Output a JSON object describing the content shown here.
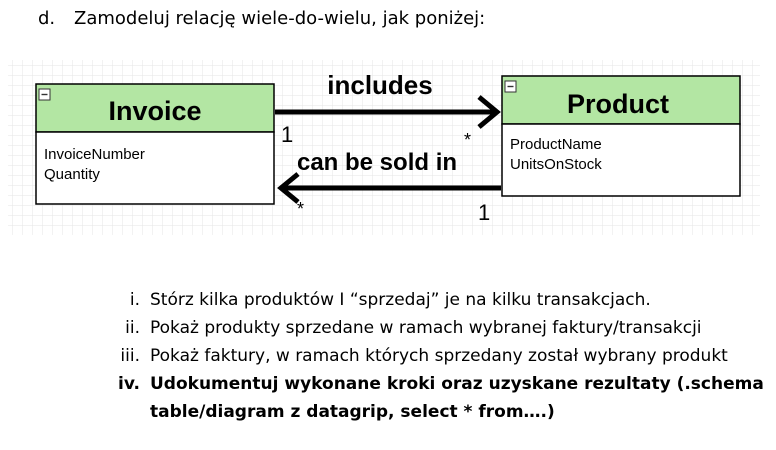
{
  "heading": {
    "letter": "d.",
    "text": "Zamodeluj relację wiele-do-wielu, jak poniżej:"
  },
  "diagram": {
    "invoice": {
      "title": "Invoice",
      "fields": [
        "InvoiceNumber",
        "Quantity"
      ]
    },
    "product": {
      "title": "Product",
      "fields": [
        "ProductName",
        "UnitsOnStock"
      ]
    },
    "relations": {
      "top_label": "includes",
      "bottom_label": "can be sold in",
      "top_left_mult": "1",
      "top_right_mult": "*",
      "bottom_left_mult": "*",
      "bottom_right_mult": "1"
    },
    "colors": {
      "header": "#b3e6a3",
      "grid": "#e6e6e6",
      "border": "#000000"
    }
  },
  "steps": [
    {
      "num": "i.",
      "lines": [
        "Stórz kilka produktów I “sprzedaj” je na kilku transakcjach."
      ]
    },
    {
      "num": "ii.",
      "lines": [
        "Pokaż produkty sprzedane w ramach wybranej faktury/transakcji"
      ]
    },
    {
      "num": "iii.",
      "lines": [
        "Pokaż faktury, w ramach których sprzedany został wybrany produkt"
      ]
    },
    {
      "num": "iv.",
      "lines": [
        "Udokumentuj wykonane kroki oraz uzyskane rezultaty  (.schema",
        "table/diagram z datagrip, select * from….)"
      ]
    }
  ]
}
